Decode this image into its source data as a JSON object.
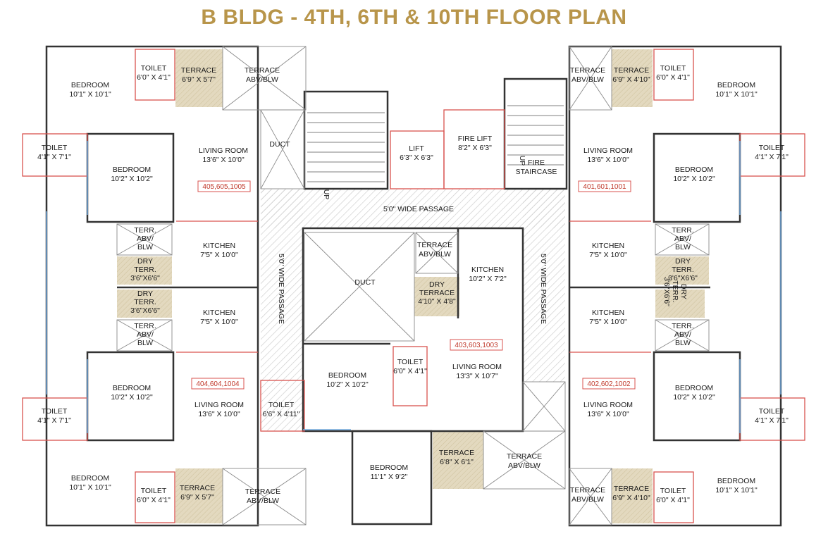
{
  "title": "B BLDG - 4TH, 6TH & 10TH FLOOR PLAN",
  "colors": {
    "title": "#b8954a",
    "wall": "#333333",
    "red_outline": "#d9534f",
    "window": "#6fa8dc",
    "terrace_fill": "#e3d9bf",
    "passage_hatch": "#cfcfcf"
  },
  "rooms": [
    {
      "name": "BEDROOM",
      "dim": "10'1\" X 10'1\""
    },
    {
      "name": "TOILET",
      "dim": "6'0\" X 4'1\""
    },
    {
      "name": "TERRACE",
      "dim": "6'9\" X 5'7\""
    },
    {
      "name": "TERRACE",
      "dim": "ABV/BLW"
    },
    {
      "name": "TOILET",
      "dim": "4'1\" X 7'1\""
    },
    {
      "name": "BEDROOM",
      "dim": "10'2\" X 10'2\""
    },
    {
      "name": "LIVING ROOM",
      "dim": "13'6\" X 10'0\""
    },
    {
      "name": "DUCT",
      "dim": ""
    },
    {
      "name": "LIFT",
      "dim": "6'3\" X 6'3\""
    },
    {
      "name": "FIRE LIFT",
      "dim": "8'2\" X 6'3\""
    },
    {
      "name": "FIRE",
      "dim": "STAIRCASE"
    },
    {
      "name": "TERRACE",
      "dim": "ABV/BLW"
    },
    {
      "name": "TERRACE",
      "dim": "6'9\" X 4'10\""
    },
    {
      "name": "TOILET",
      "dim": "6'0\" X 4'1\""
    },
    {
      "name": "BEDROOM",
      "dim": "10'1\" X 10'1\""
    },
    {
      "name": "LIVING ROOM",
      "dim": "13'6\" X 10'0\""
    },
    {
      "name": "TOILET",
      "dim": "4'1\" X 7'1\""
    },
    {
      "name": "BEDROOM",
      "dim": "10'2\" X 10'2\""
    },
    {
      "name": "5'0\" WIDE PASSAGE",
      "dim": ""
    },
    {
      "name": "KITCHEN",
      "dim": "7'5\" X 10'0\""
    },
    {
      "name": "KITCHEN",
      "dim": "7'5\" X 10'0\""
    },
    {
      "name": "TERRACE",
      "dim": "ABV/BLW"
    },
    {
      "name": "KITCHEN",
      "dim": "10'2\" X 7'2\""
    },
    {
      "name": "DUCT",
      "dim": ""
    },
    {
      "name": "KITCHEN",
      "dim": "7'5\" X 10'0\""
    },
    {
      "name": "KITCHEN",
      "dim": "7'5\" X 10'0\""
    },
    {
      "name": "BEDROOM",
      "dim": "10'2\" X 10'2\""
    },
    {
      "name": "TOILET",
      "dim": "6'0\" X 4'1\""
    },
    {
      "name": "LIVING ROOM",
      "dim": "13'3\" X 10'7\""
    },
    {
      "name": "BEDROOM",
      "dim": "10'2\" X 10'2\""
    },
    {
      "name": "LIVING ROOM",
      "dim": "13'6\" X 10'0\""
    },
    {
      "name": "TOILET",
      "dim": "6'6\" X 4'11\""
    },
    {
      "name": "LIVING ROOM",
      "dim": "13'6\" X 10'0\""
    },
    {
      "name": "BEDROOM",
      "dim": "10'2\" X 10'2\""
    },
    {
      "name": "TOILET",
      "dim": "4'1\" X 7'1\""
    },
    {
      "name": "TOILET",
      "dim": "4'1\" X 7'1\""
    },
    {
      "name": "BEDROOM",
      "dim": "11'1\" X 9'2\""
    },
    {
      "name": "TERRACE",
      "dim": "6'8\" X 6'1\""
    },
    {
      "name": "TERRACE",
      "dim": "ABV/BLW"
    },
    {
      "name": "BEDROOM",
      "dim": "10'1\" X 10'1\""
    },
    {
      "name": "TOILET",
      "dim": "6'0\" X 4'1\""
    },
    {
      "name": "TERRACE",
      "dim": "6'9\" X 5'7\""
    },
    {
      "name": "TERRACE",
      "dim": "ABV/BLW"
    },
    {
      "name": "TERRACE",
      "dim": "ABV/BLW"
    },
    {
      "name": "TERRACE",
      "dim": "6'9\" X 4'10\""
    },
    {
      "name": "TOILET",
      "dim": "6'0\" X 4'1\""
    },
    {
      "name": "BEDROOM",
      "dim": "10'1\" X 10'1\""
    }
  ],
  "small_labels": [
    {
      "lines": [
        "TERR.",
        "ABV/",
        "BLW"
      ]
    },
    {
      "lines": [
        "DRY",
        "TERR.",
        "3'6\"X6'6\""
      ]
    },
    {
      "lines": [
        "DRY",
        "TERR.",
        "3'6\"X6'6\""
      ]
    },
    {
      "lines": [
        "TERR.",
        "ABV/",
        "BLW"
      ]
    },
    {
      "lines": [
        "TERR.",
        "ABV/",
        "BLW"
      ]
    },
    {
      "lines": [
        "DRY",
        "TERR.",
        "3'6\"X6'6\""
      ]
    },
    {
      "lines": [
        "DRY",
        "TERRACE",
        "4'10\" X 4'8\""
      ]
    },
    {
      "lines": [
        "TERR.",
        "ABV/",
        "BLW"
      ]
    },
    {
      "lines": [
        "DRY",
        "TERR.",
        "3'6\"X6'6\""
      ]
    }
  ],
  "vertical_labels": [
    "5'0\" WIDE PASSAGE",
    "5'0\" WIDE PASSAGE"
  ],
  "stair_labels": [
    "UP",
    "UP"
  ],
  "unit_numbers": [
    "405,605,1005",
    "401,601,1001",
    "403,603,1003",
    "404,604,1004",
    "402,602,1002"
  ]
}
